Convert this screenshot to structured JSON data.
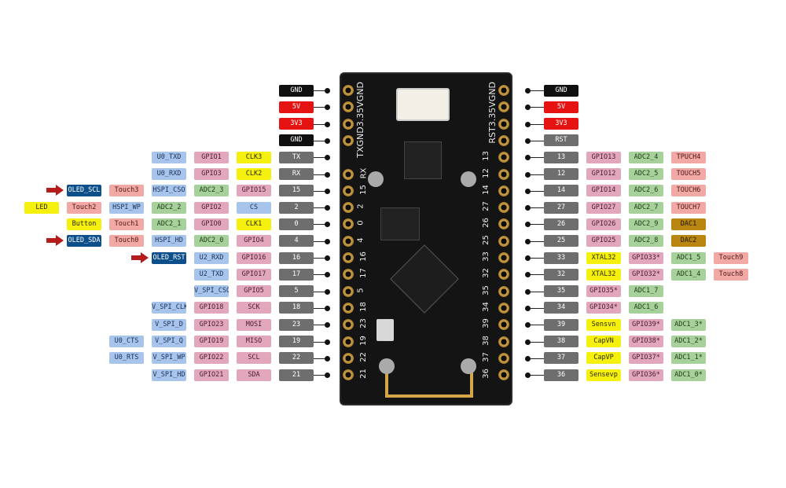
{
  "left_rows": [
    {
      "pin": "GND",
      "pin_color": "black",
      "labels": []
    },
    {
      "pin": "5V",
      "pin_color": "red",
      "labels": []
    },
    {
      "pin": "3V3",
      "pin_color": "red",
      "labels": []
    },
    {
      "pin": "GND",
      "pin_color": "black",
      "labels": []
    },
    {
      "pin": "TX",
      "pin_color": "gray",
      "labels": [
        {
          "text": "U0_TXD",
          "color": "blue"
        },
        {
          "text": "GPIO1",
          "color": "pink"
        },
        {
          "text": "CLK3",
          "color": "yellow"
        }
      ]
    },
    {
      "pin": "RX",
      "pin_color": "gray",
      "labels": [
        {
          "text": "U0_RXD",
          "color": "blue"
        },
        {
          "text": "GPIO3",
          "color": "pink"
        },
        {
          "text": "CLK2",
          "color": "yellow"
        }
      ]
    },
    {
      "pin": "15",
      "pin_color": "gray",
      "arrow": true,
      "labels": [
        {
          "text": "OLED_SCL",
          "color": "navy"
        },
        {
          "text": "Touch3",
          "color": "salmon"
        },
        {
          "text": "HSPI_CSO",
          "color": "blue"
        },
        {
          "text": "ADC2_3",
          "color": "green"
        },
        {
          "text": "GPIO15",
          "color": "pink"
        }
      ]
    },
    {
      "pin": "2",
      "pin_color": "gray",
      "labels": [
        {
          "text": "LED",
          "color": "yellow"
        },
        {
          "text": "Touch2",
          "color": "salmon"
        },
        {
          "text": "HSPI_WP",
          "color": "blue"
        },
        {
          "text": "ADC2_2",
          "color": "green"
        },
        {
          "text": "GPIO2",
          "color": "pink"
        },
        {
          "text": "CS",
          "color": "blue"
        }
      ]
    },
    {
      "pin": "0",
      "pin_color": "gray",
      "labels": [
        {
          "text": "Button",
          "color": "yellow"
        },
        {
          "text": "Touch1",
          "color": "salmon"
        },
        {
          "text": "ADC2_1",
          "color": "green"
        },
        {
          "text": "GPIO0",
          "color": "pink"
        },
        {
          "text": "CLK1",
          "color": "yellow"
        }
      ]
    },
    {
      "pin": "4",
      "pin_color": "gray",
      "arrow": true,
      "labels": [
        {
          "text": "OLED_SDA",
          "color": "navy"
        },
        {
          "text": "Touch0",
          "color": "salmon"
        },
        {
          "text": "HSPI_HD",
          "color": "blue"
        },
        {
          "text": "ADC2_0",
          "color": "green"
        },
        {
          "text": "GPIO4",
          "color": "pink"
        }
      ]
    },
    {
      "pin": "16",
      "pin_color": "gray",
      "arrow": true,
      "labels": [
        {
          "text": "OLED_RST",
          "color": "navy"
        },
        {
          "text": "U2_RXD",
          "color": "blue"
        },
        {
          "text": "GPIO16",
          "color": "pink"
        }
      ]
    },
    {
      "pin": "17",
      "pin_color": "gray",
      "labels": [
        {
          "text": "U2_TXD",
          "color": "blue"
        },
        {
          "text": "GPIO17",
          "color": "pink"
        }
      ]
    },
    {
      "pin": "5",
      "pin_color": "gray",
      "labels": [
        {
          "text": "V_SPI_CSO",
          "color": "blue"
        },
        {
          "text": "GPIO5",
          "color": "pink"
        }
      ]
    },
    {
      "pin": "18",
      "pin_color": "gray",
      "labels": [
        {
          "text": "V_SPI_CLK",
          "color": "blue"
        },
        {
          "text": "GPIO18",
          "color": "pink"
        },
        {
          "text": "SCK",
          "color": "pink"
        }
      ]
    },
    {
      "pin": "23",
      "pin_color": "gray",
      "labels": [
        {
          "text": "V_SPI_D",
          "color": "blue"
        },
        {
          "text": "GPIO23",
          "color": "pink"
        },
        {
          "text": "MOSI",
          "color": "pink"
        }
      ]
    },
    {
      "pin": "19",
      "pin_color": "gray",
      "labels": [
        {
          "text": "U0_CTS",
          "color": "blue"
        },
        {
          "text": "V_SPI_Q",
          "color": "blue"
        },
        {
          "text": "GPIO19",
          "color": "pink"
        },
        {
          "text": "MISO",
          "color": "pink"
        }
      ]
    },
    {
      "pin": "22",
      "pin_color": "gray",
      "labels": [
        {
          "text": "U0_RTS",
          "color": "blue"
        },
        {
          "text": "V_SPI_WP",
          "color": "blue"
        },
        {
          "text": "GPIO22",
          "color": "pink"
        },
        {
          "text": "SCL",
          "color": "pink"
        }
      ]
    },
    {
      "pin": "21",
      "pin_color": "gray",
      "labels": [
        {
          "text": "V_SPI_HD",
          "color": "blue"
        },
        {
          "text": "GPIO21",
          "color": "pink"
        },
        {
          "text": "SDA",
          "color": "pink"
        }
      ]
    }
  ],
  "right_rows": [
    {
      "pin": "GND",
      "pin_color": "black",
      "labels": []
    },
    {
      "pin": "5V",
      "pin_color": "red",
      "labels": []
    },
    {
      "pin": "3V3",
      "pin_color": "red",
      "labels": []
    },
    {
      "pin": "RST",
      "pin_color": "gray",
      "labels": []
    },
    {
      "pin": "13",
      "pin_color": "gray",
      "labels": [
        {
          "text": "GPIO13",
          "color": "pink"
        },
        {
          "text": "ADC2_4",
          "color": "green"
        },
        {
          "text": "TPUCH4",
          "color": "salmon"
        }
      ]
    },
    {
      "pin": "12",
      "pin_color": "gray",
      "labels": [
        {
          "text": "GPIO12",
          "color": "pink"
        },
        {
          "text": "ADC2_5",
          "color": "green"
        },
        {
          "text": "TOUCH5",
          "color": "salmon"
        }
      ]
    },
    {
      "pin": "14",
      "pin_color": "gray",
      "labels": [
        {
          "text": "GPIO14",
          "color": "pink"
        },
        {
          "text": "ADC2_6",
          "color": "green"
        },
        {
          "text": "TOUCH6",
          "color": "salmon"
        }
      ]
    },
    {
      "pin": "27",
      "pin_color": "gray",
      "labels": [
        {
          "text": "GPIO27",
          "color": "pink"
        },
        {
          "text": "ADC2_7",
          "color": "green"
        },
        {
          "text": "TOUCH7",
          "color": "salmon"
        }
      ]
    },
    {
      "pin": "26",
      "pin_color": "gray",
      "labels": [
        {
          "text": "GPIO26",
          "color": "pink"
        },
        {
          "text": "ADC2_9",
          "color": "green"
        },
        {
          "text": "DAC1",
          "color": "gold"
        }
      ]
    },
    {
      "pin": "25",
      "pin_color": "gray",
      "labels": [
        {
          "text": "GPIO25",
          "color": "pink"
        },
        {
          "text": "ADC2_8",
          "color": "green"
        },
        {
          "text": "DAC2",
          "color": "gold"
        }
      ]
    },
    {
      "pin": "33",
      "pin_color": "gray",
      "labels": [
        {
          "text": "XTAL32",
          "color": "yellow"
        },
        {
          "text": "GPIO33*",
          "color": "pink"
        },
        {
          "text": "ADC1_5",
          "color": "green"
        },
        {
          "text": "Touch9",
          "color": "salmon"
        }
      ]
    },
    {
      "pin": "32",
      "pin_color": "gray",
      "labels": [
        {
          "text": "XTAL32",
          "color": "yellow"
        },
        {
          "text": "GPIO32*",
          "color": "pink"
        },
        {
          "text": "ADC1_4",
          "color": "green"
        },
        {
          "text": "Touch8",
          "color": "salmon"
        }
      ]
    },
    {
      "pin": "35",
      "pin_color": "gray",
      "labels": [
        {
          "text": "GPIO35*",
          "color": "pink"
        },
        {
          "text": "ADC1_7",
          "color": "green"
        }
      ]
    },
    {
      "pin": "34",
      "pin_color": "gray",
      "labels": [
        {
          "text": "GPIO34*",
          "color": "pink"
        },
        {
          "text": "ADC1_6",
          "color": "green"
        }
      ]
    },
    {
      "pin": "39",
      "pin_color": "gray",
      "labels": [
        {
          "text": "Sensvn",
          "color": "yellow"
        },
        {
          "text": "GPIO39*",
          "color": "pink"
        },
        {
          "text": "ADC1_3*",
          "color": "green"
        }
      ]
    },
    {
      "pin": "38",
      "pin_color": "gray",
      "labels": [
        {
          "text": "CapVN",
          "color": "yellow"
        },
        {
          "text": "GPIO38*",
          "color": "pink"
        },
        {
          "text": "ADC1_2*",
          "color": "green"
        }
      ]
    },
    {
      "pin": "37",
      "pin_color": "gray",
      "labels": [
        {
          "text": "CapVP",
          "color": "yellow"
        },
        {
          "text": "GPIO37*",
          "color": "pink"
        },
        {
          "text": "ADC1_1*",
          "color": "green"
        }
      ]
    },
    {
      "pin": "36",
      "pin_color": "gray",
      "labels": [
        {
          "text": "Sensevp",
          "color": "yellow"
        },
        {
          "text": "GPIO36*",
          "color": "pink"
        },
        {
          "text": "ADC1_0*",
          "color": "green"
        }
      ]
    }
  ],
  "board": {
    "silk_left": "TXGND3.35VGND",
    "silk_right": "RST3.35VGND",
    "left_col": [
      "RX",
      "15",
      "2",
      "0",
      "4",
      "16",
      "17",
      "5",
      "18",
      "23",
      "19",
      "22",
      "21"
    ],
    "right_col": [
      "13",
      "12",
      "14",
      "27",
      "26",
      "25",
      "33",
      "32",
      "35",
      "34",
      "39",
      "38",
      "37",
      "36"
    ]
  },
  "colors": {
    "blue": "#a7c5ec",
    "pink": "#e3a7bd",
    "yellow": "#f6f00f",
    "green": "#a7d19a",
    "gray": "#6e6e6e",
    "red": "#e51413",
    "black": "#101010",
    "salmon": "#f2a8a4",
    "navy": "#0d4f8a",
    "gold": "#b9870f",
    "arrow": "#b51c1c"
  }
}
